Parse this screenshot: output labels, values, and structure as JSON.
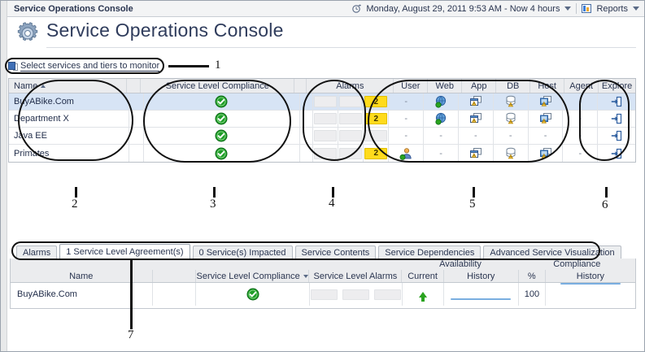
{
  "window": {
    "title": "Service Operations Console"
  },
  "header": {
    "time_range": "Monday, August 29, 2011 9:53 AM - Now 4 hours",
    "reports_label": "Reports",
    "clock_icon": "clock-icon",
    "reports_icon": "reports-icon",
    "caret_icon": "chevron-down-icon"
  },
  "page": {
    "title": "Service Operations Console",
    "gear_icon": "gear-icon"
  },
  "select_bar": {
    "label": "Select services and tiers to monitor",
    "icon": "select-services-icon"
  },
  "top_grid": {
    "columns": [
      {
        "key": "name",
        "label": "Name",
        "sort": "asc"
      },
      {
        "key": "spacer1",
        "label": ""
      },
      {
        "key": "slc",
        "label": "Service Level Compliance"
      },
      {
        "key": "spacer2",
        "label": ""
      },
      {
        "key": "alarms",
        "label": "Alarms"
      },
      {
        "key": "user",
        "label": "User"
      },
      {
        "key": "web",
        "label": "Web"
      },
      {
        "key": "app",
        "label": "App"
      },
      {
        "key": "db",
        "label": "DB"
      },
      {
        "key": "host",
        "label": "Host"
      },
      {
        "key": "agent",
        "label": "Agent"
      },
      {
        "key": "explore",
        "label": "Explore"
      }
    ],
    "rows": [
      {
        "name": "BuyABike.Com",
        "selected": true,
        "compliance": "ok",
        "alarms": [
          "",
          "",
          "2"
        ],
        "tiers": {
          "user": "-",
          "web": "globe-ok-icon",
          "app": "app-warning-icon",
          "db": "db-warning-icon",
          "host": "host-warning-icon",
          "agent": "-"
        },
        "explore_icon": "explore-icon"
      },
      {
        "name": "Department X",
        "selected": false,
        "compliance": "ok",
        "alarms": [
          "",
          "",
          "2"
        ],
        "tiers": {
          "user": "-",
          "web": "globe-ok-icon",
          "app": "app-warning-icon",
          "db": "db-warning-icon",
          "host": "host-warning-icon",
          "agent": "-"
        },
        "explore_icon": "explore-icon"
      },
      {
        "name": "Java EE",
        "selected": false,
        "compliance": "ok",
        "alarms": [
          "",
          "",
          ""
        ],
        "tiers": {
          "user": "-",
          "web": "-",
          "app": "-",
          "db": "-",
          "host": "-",
          "agent": "-"
        },
        "explore_icon": "explore-icon"
      },
      {
        "name": "Primates",
        "selected": false,
        "compliance": "ok",
        "alarms": [
          "",
          "",
          "2"
        ],
        "tiers": {
          "user": "user-ok-icon",
          "web": "-",
          "app": "app-warning-icon",
          "db": "db-warning-icon",
          "host": "host-warning-icon",
          "agent": "-"
        },
        "explore_icon": "explore-icon"
      }
    ]
  },
  "tabs": [
    {
      "label": "Alarms",
      "active": false
    },
    {
      "label": "1 Service Level Agreement(s)",
      "active": true
    },
    {
      "label": "0 Service(s) Impacted",
      "active": false
    },
    {
      "label": "Service Contents",
      "active": false
    },
    {
      "label": "Service Dependencies",
      "active": false
    },
    {
      "label": "Advanced Service Visualization",
      "active": false
    }
  ],
  "bottom_grid": {
    "group_headers": [
      {
        "label": "Availability"
      },
      {
        "label": "Compliance"
      }
    ],
    "columns": [
      {
        "key": "name",
        "label": "Name"
      },
      {
        "key": "spacer",
        "label": ""
      },
      {
        "key": "slc",
        "label": "Service Level Compliance",
        "sort": "desc"
      },
      {
        "key": "sla",
        "label": "Service Level Alarms"
      },
      {
        "key": "current",
        "label": "Current"
      },
      {
        "key": "avail_history",
        "label": "History"
      },
      {
        "key": "pct",
        "label": "%"
      },
      {
        "key": "comp_history",
        "label": "History"
      }
    ],
    "rows": [
      {
        "name": "BuyABike.Com",
        "compliance": "ok",
        "sla_boxes": [
          "",
          "",
          ""
        ],
        "current": "arrow-up-ok",
        "availability_history": "sparkline",
        "pct": "100",
        "compliance_history": "sparkline"
      }
    ]
  },
  "callouts": [
    {
      "num": "1"
    },
    {
      "num": "2"
    },
    {
      "num": "3"
    },
    {
      "num": "4"
    },
    {
      "num": "5"
    },
    {
      "num": "6"
    },
    {
      "num": "7"
    }
  ],
  "colors": {
    "accent": "#3f6fb5",
    "alarm_warning": "#ffdb1c",
    "status_ok": "#2aa31f",
    "text": "#2a3550"
  }
}
